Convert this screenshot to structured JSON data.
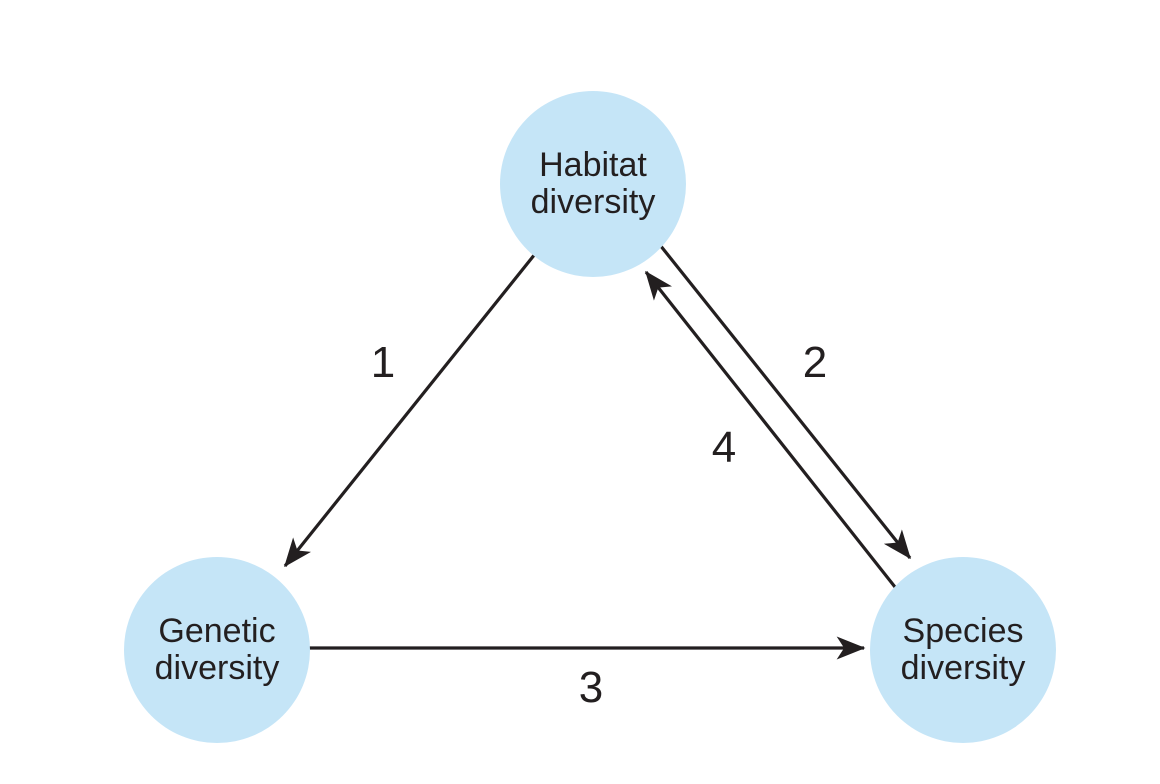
{
  "diagram": {
    "type": "concept-diagram",
    "colors": {
      "background": "#FFFFFF",
      "node_fill": "#C5E5F7",
      "text": "#231F20",
      "arrow": "#231F20"
    },
    "nodes": [
      {
        "id": "habitat",
        "line1": "Habitat",
        "line2": "diversity"
      },
      {
        "id": "genetic",
        "line1": "Genetic",
        "line2": "diversity"
      },
      {
        "id": "species",
        "line1": "Species",
        "line2": "diversity"
      }
    ],
    "edges": [
      {
        "label": "1",
        "from": "Habitat diversity",
        "to": "Genetic diversity"
      },
      {
        "label": "2",
        "from": "Habitat diversity",
        "to": "Species diversity"
      },
      {
        "label": "3",
        "from": "Genetic diversity",
        "to": "Species diversity"
      },
      {
        "label": "4",
        "from": "Species diversity",
        "to": "Habitat diversity"
      }
    ]
  }
}
